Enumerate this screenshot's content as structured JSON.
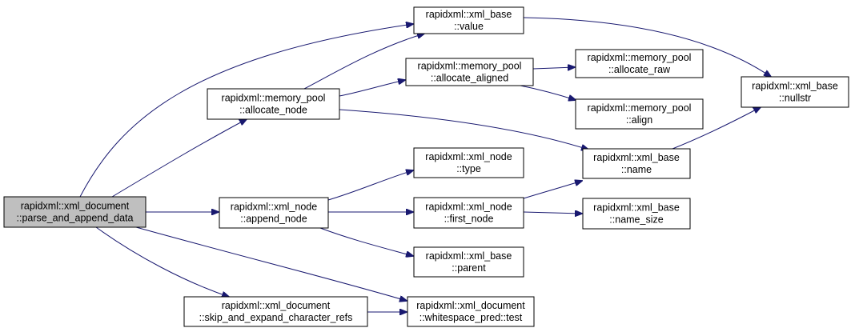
{
  "nodes": [
    {
      "id": "parse_and_append_data",
      "lines": [
        "rapidxml::xml_document",
        "::parse_and_append_data"
      ],
      "highlighted": true
    },
    {
      "id": "xml_base_value",
      "lines": [
        "rapidxml::xml_base",
        "::value"
      ]
    },
    {
      "id": "allocate_node",
      "lines": [
        "rapidxml::memory_pool",
        "::allocate_node"
      ]
    },
    {
      "id": "allocate_aligned",
      "lines": [
        "rapidxml::memory_pool",
        "::allocate_aligned"
      ]
    },
    {
      "id": "allocate_raw",
      "lines": [
        "rapidxml::memory_pool",
        "::allocate_raw"
      ]
    },
    {
      "id": "align",
      "lines": [
        "rapidxml::memory_pool",
        "::align"
      ]
    },
    {
      "id": "nullstr",
      "lines": [
        "rapidxml::xml_base",
        "::nullstr"
      ]
    },
    {
      "id": "xml_base_name",
      "lines": [
        "rapidxml::xml_base",
        "::name"
      ]
    },
    {
      "id": "append_node",
      "lines": [
        "rapidxml::xml_node",
        "::append_node"
      ]
    },
    {
      "id": "xml_node_type",
      "lines": [
        "rapidxml::xml_node",
        "::type"
      ]
    },
    {
      "id": "first_node",
      "lines": [
        "rapidxml::xml_node",
        "::first_node"
      ]
    },
    {
      "id": "name_size",
      "lines": [
        "rapidxml::xml_base",
        "::name_size"
      ]
    },
    {
      "id": "parent",
      "lines": [
        "rapidxml::xml_base",
        "::parent"
      ]
    },
    {
      "id": "skip_and_expand",
      "lines": [
        "rapidxml::xml_document",
        "::skip_and_expand_character_refs"
      ]
    },
    {
      "id": "whitespace_test",
      "lines": [
        "rapidxml::xml_document",
        "::whitespace_pred::test"
      ]
    }
  ],
  "edges": [
    {
      "from": "parse_and_append_data",
      "to": "xml_base_value"
    },
    {
      "from": "parse_and_append_data",
      "to": "allocate_node"
    },
    {
      "from": "parse_and_append_data",
      "to": "append_node"
    },
    {
      "from": "parse_and_append_data",
      "to": "skip_and_expand"
    },
    {
      "from": "parse_and_append_data",
      "to": "whitespace_test"
    },
    {
      "from": "allocate_node",
      "to": "xml_base_value"
    },
    {
      "from": "allocate_node",
      "to": "allocate_aligned"
    },
    {
      "from": "allocate_node",
      "to": "xml_base_name"
    },
    {
      "from": "allocate_aligned",
      "to": "allocate_raw"
    },
    {
      "from": "allocate_aligned",
      "to": "align"
    },
    {
      "from": "xml_base_value",
      "to": "nullstr"
    },
    {
      "from": "xml_base_name",
      "to": "nullstr"
    },
    {
      "from": "append_node",
      "to": "xml_node_type"
    },
    {
      "from": "append_node",
      "to": "first_node"
    },
    {
      "from": "append_node",
      "to": "parent"
    },
    {
      "from": "first_node",
      "to": "xml_base_name"
    },
    {
      "from": "first_node",
      "to": "name_size"
    },
    {
      "from": "skip_and_expand",
      "to": "whitespace_test"
    }
  ],
  "colors": {
    "edge": "#191970",
    "node_border": "#000000",
    "node_fill": "#ffffff",
    "highlight_fill": "#bfbfbf"
  }
}
